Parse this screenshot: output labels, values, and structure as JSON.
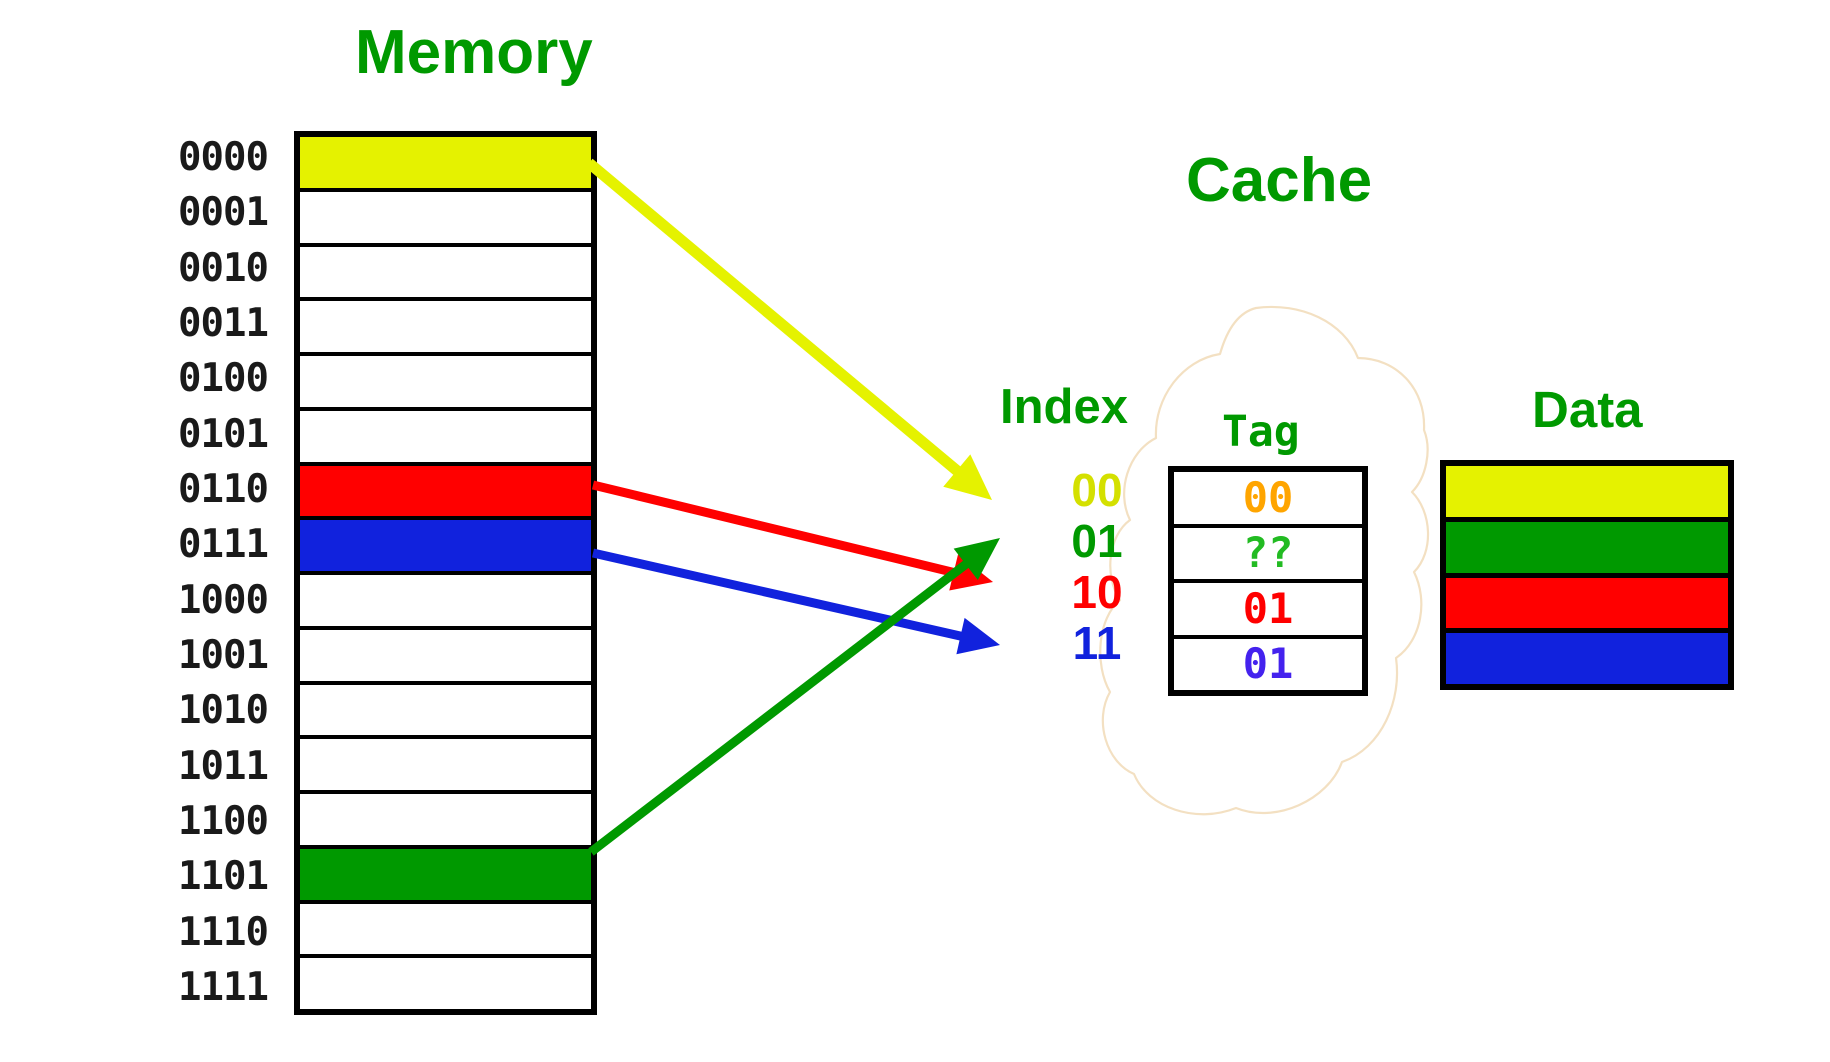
{
  "titles": {
    "memory": "Memory",
    "cache": "Cache",
    "index": "Index",
    "tag": "Tag",
    "data": "Data"
  },
  "colors": {
    "title_green": "#009900",
    "yellow": "#E5F200",
    "green": "#009900",
    "red": "#FF0000",
    "blue": "#1122DD",
    "orange": "#FFA500",
    "purple_blue": "#4422EE",
    "cloud_outline": "#F5E3C8",
    "black": "#000000",
    "address_text": "#1A1A1A"
  },
  "memory": {
    "addresses": [
      "0000",
      "0001",
      "0010",
      "0011",
      "0100",
      "0101",
      "0110",
      "0111",
      "1000",
      "1001",
      "1010",
      "1011",
      "1100",
      "1101",
      "1110",
      "1111"
    ],
    "cell_fills": [
      "#E5F200",
      "#FFFFFF",
      "#FFFFFF",
      "#FFFFFF",
      "#FFFFFF",
      "#FFFFFF",
      "#FF0000",
      "#1122DD",
      "#FFFFFF",
      "#FFFFFF",
      "#FFFFFF",
      "#FFFFFF",
      "#FFFFFF",
      "#009900",
      "#FFFFFF",
      "#FFFFFF"
    ]
  },
  "cache": {
    "index_values": [
      "00",
      "01",
      "10",
      "11"
    ],
    "index_colors": [
      "#D4E000",
      "#009900",
      "#FF0000",
      "#1122DD"
    ],
    "tag_values": [
      "00",
      "??",
      "01",
      "01"
    ],
    "tag_colors": [
      "#FFA500",
      "#22BB22",
      "#FF0000",
      "#4422EE"
    ],
    "data_fills": [
      "#E5F200",
      "#009900",
      "#FF0000",
      "#1122DD"
    ]
  },
  "arrows": [
    {
      "name": "arrow-yellow-0000-to-index-00",
      "color": "#E5F200",
      "from_address": "0000",
      "to_index": "00"
    },
    {
      "name": "arrow-red-0110-to-index-10",
      "color": "#FF0000",
      "from_address": "0110",
      "to_index": "10"
    },
    {
      "name": "arrow-blue-0111-to-index-11",
      "color": "#1122DD",
      "from_address": "0111",
      "to_index": "11"
    },
    {
      "name": "arrow-green-1101-to-index-01",
      "color": "#009900",
      "from_address": "1101",
      "to_index": "01"
    }
  ]
}
